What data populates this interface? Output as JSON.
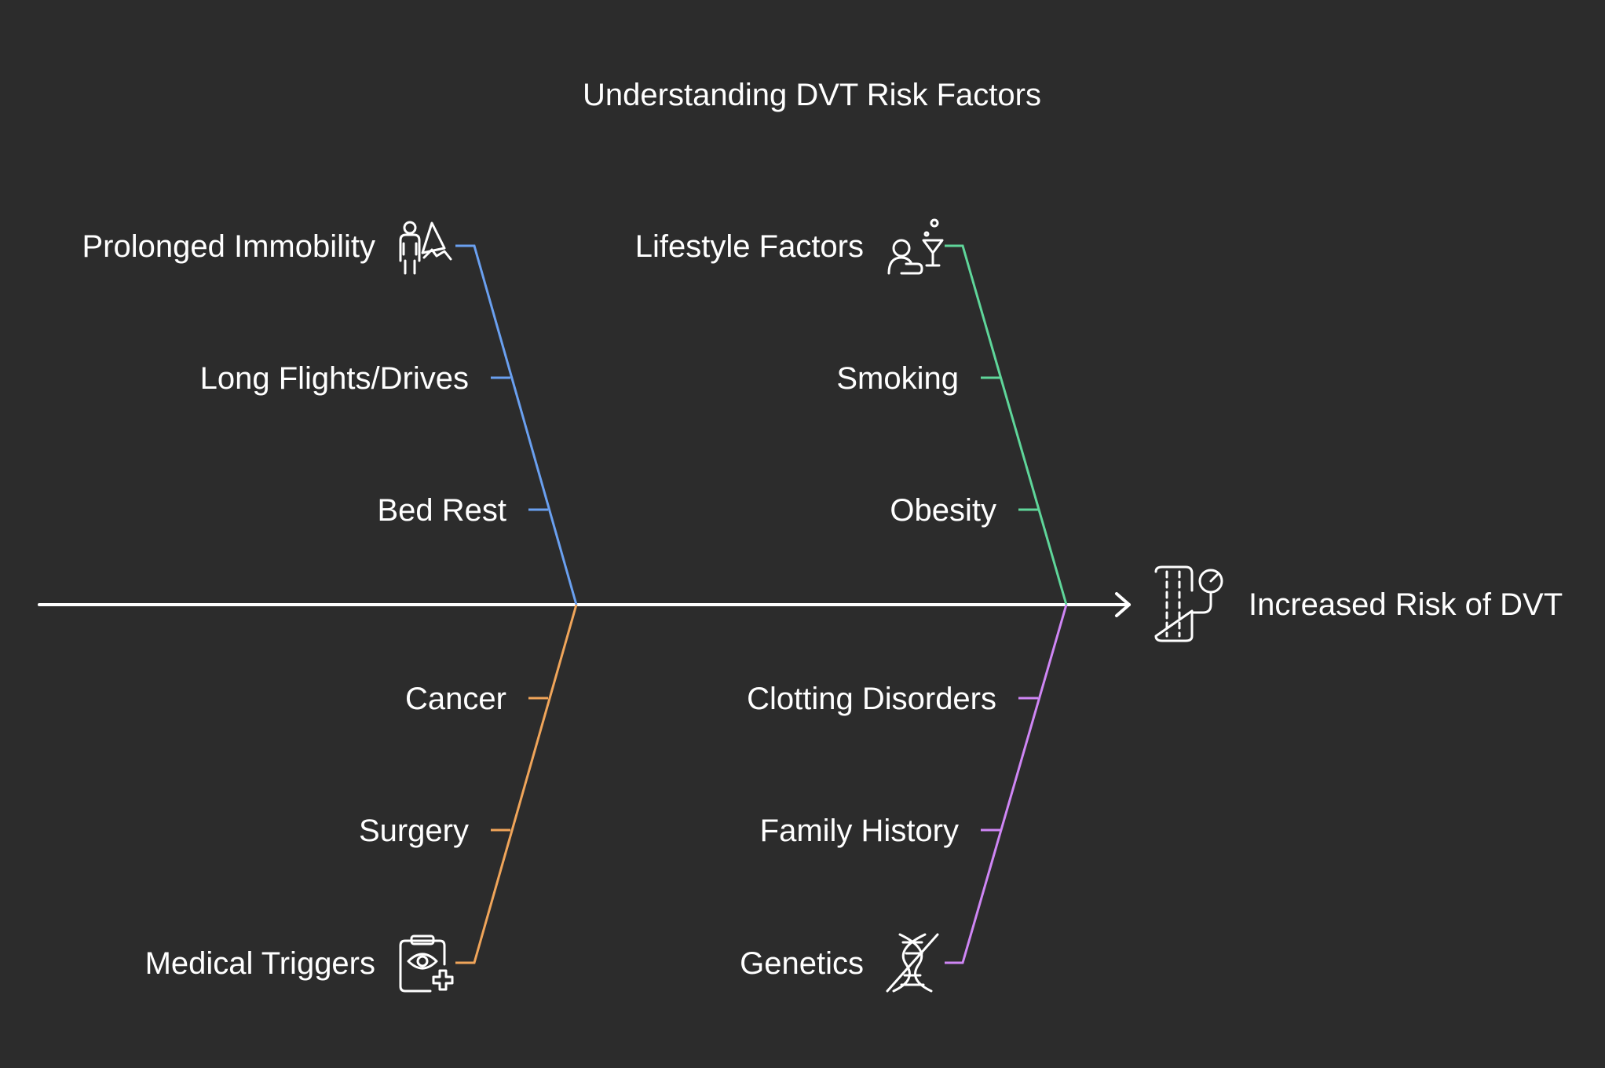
{
  "title": "Understanding DVT Risk Factors",
  "effect": {
    "label": "Increased Risk of DVT",
    "icon": "leg-blood-pressure-icon"
  },
  "colors": {
    "background": "#2c2c2c",
    "spine": "#ffffff",
    "prolonged_immobility": "#6aa0f0",
    "lifestyle_factors": "#5fd69a",
    "medical_triggers": "#f0a55a",
    "genetics": "#cf86f5"
  },
  "categories": {
    "prolonged_immobility": {
      "label": "Prolonged Immobility",
      "icon": "person-mountain-icon",
      "items": [
        "Long Flights/Drives",
        "Bed Rest"
      ]
    },
    "lifestyle_factors": {
      "label": "Lifestyle Factors",
      "icon": "person-cocktail-icon",
      "items": [
        "Smoking",
        "Obesity"
      ]
    },
    "medical_triggers": {
      "label": "Medical Triggers",
      "icon": "clipboard-eye-plus-icon",
      "items": [
        "Cancer",
        "Surgery"
      ]
    },
    "genetics": {
      "label": "Genetics",
      "icon": "dna-crossed-icon",
      "items": [
        "Clotting Disorders",
        "Family History"
      ]
    }
  }
}
